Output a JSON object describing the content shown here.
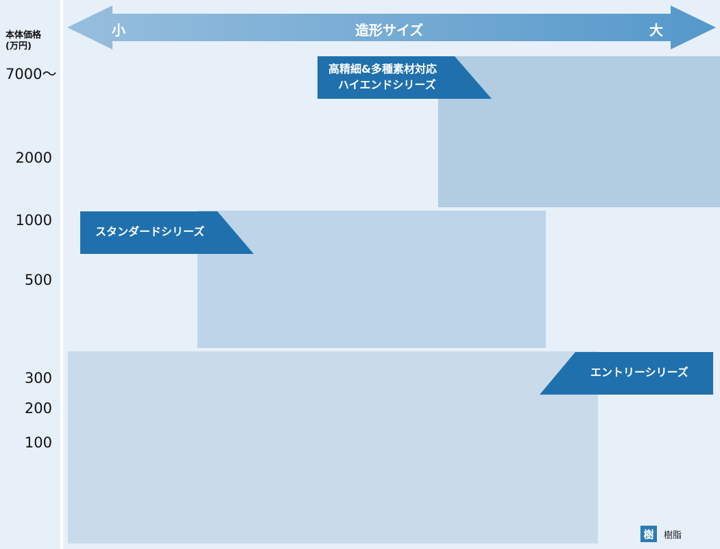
{
  "y_axis": {
    "title_line1": "本体価格",
    "title_line2": "(万円)",
    "ticks": [
      "7000〜",
      "2000",
      "1000",
      "500",
      "300",
      "200",
      "100"
    ]
  },
  "size_axis": {
    "title": "造形サイズ",
    "small_label": "小",
    "large_label": "大"
  },
  "series": {
    "high_end": {
      "line1": "高精細&多種素材対応",
      "line2": "ハイエンドシリーズ"
    },
    "standard": {
      "label": "スタンダードシリーズ"
    },
    "entry": {
      "label": "エントリーシリーズ"
    }
  },
  "legend": {
    "icon_char": "樹",
    "label": "樹脂"
  },
  "colors": {
    "background": "#e7eff8",
    "tag": "#2070ad",
    "arrow_left": "#8fb8d9",
    "arrow_right": "#5a9ccc"
  }
}
